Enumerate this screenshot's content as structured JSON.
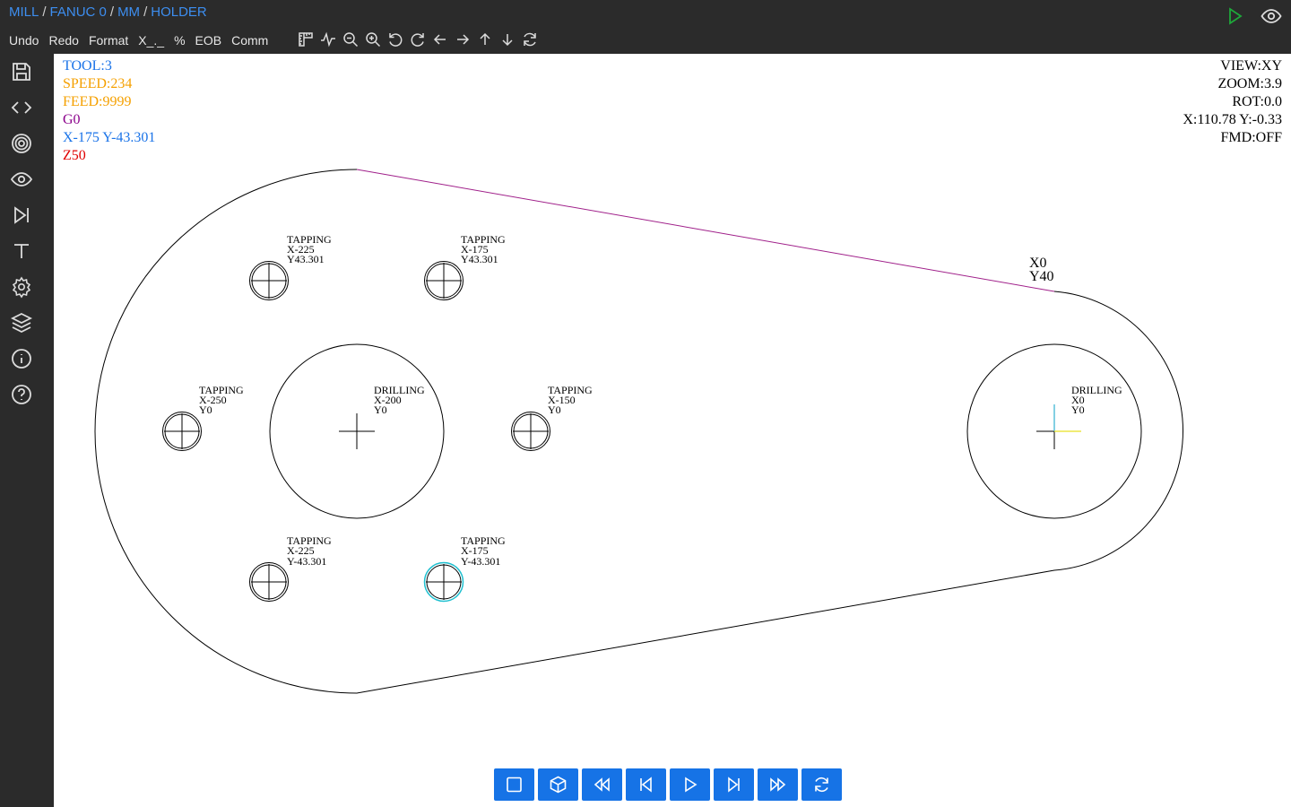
{
  "breadcrumb": [
    "MILL",
    "FANUC 0",
    "MM",
    "HOLDER"
  ],
  "menu": [
    "Undo",
    "Redo",
    "Format",
    "X_._",
    "%",
    "EOB",
    "Comm"
  ],
  "toolbar_icons": [
    "ruler-icon",
    "pulse-icon",
    "zoom-out-icon",
    "zoom-in-icon",
    "rotate-left-icon",
    "rotate-right-icon",
    "arrow-left-icon",
    "arrow-right-icon",
    "arrow-up-icon",
    "arrow-down-icon",
    "refresh-icon"
  ],
  "top_right_icons": [
    "play-icon",
    "eye-icon"
  ],
  "sidebar_icons": [
    "save-icon",
    "code-icon",
    "target-icon",
    "eye-icon",
    "skip-end-icon",
    "text-icon",
    "gear-icon",
    "layers-icon",
    "info-icon",
    "help-icon"
  ],
  "status": {
    "tool": "TOOL:3",
    "speed": "SPEED:234",
    "feed": "FEED:9999",
    "gcode": "G0",
    "xy": "X-175 Y-43.301",
    "z": "Z50"
  },
  "view": {
    "view": "VIEW:XY",
    "zoom": "ZOOM:3.9",
    "rot": "ROT:0.0",
    "cursor": "X:110.78 Y:-0.33",
    "fmd": "FMD:OFF"
  },
  "colors": {
    "tool": "#1a73e8",
    "speed": "#f5a000",
    "feed": "#f5a000",
    "gcode": "#8b008b",
    "xy": "#1a73e8",
    "z": "#e00000",
    "rapid_path": "#a0208a",
    "highlight": "#20c0d0",
    "button": "#1673e6"
  },
  "point_label": {
    "x": "X0",
    "y": "Y40"
  },
  "features": [
    {
      "op": "TAPPING",
      "x": "X-225",
      "y": "Y43.301"
    },
    {
      "op": "TAPPING",
      "x": "X-175",
      "y": "Y43.301"
    },
    {
      "op": "TAPPING",
      "x": "X-250",
      "y": "Y0"
    },
    {
      "op": "DRILLING",
      "x": "X-200",
      "y": "Y0"
    },
    {
      "op": "TAPPING",
      "x": "X-150",
      "y": "Y0"
    },
    {
      "op": "DRILLING",
      "x": "X0",
      "y": "Y0"
    },
    {
      "op": "TAPPING",
      "x": "X-225",
      "y": "Y-43.301"
    },
    {
      "op": "TAPPING",
      "x": "X-175",
      "y": "Y-43.301"
    }
  ],
  "playback_buttons": [
    "stop-icon",
    "cube-icon",
    "rewind-icon",
    "skip-back-icon",
    "play-icon",
    "skip-forward-icon",
    "fast-forward-icon",
    "loop-icon"
  ]
}
